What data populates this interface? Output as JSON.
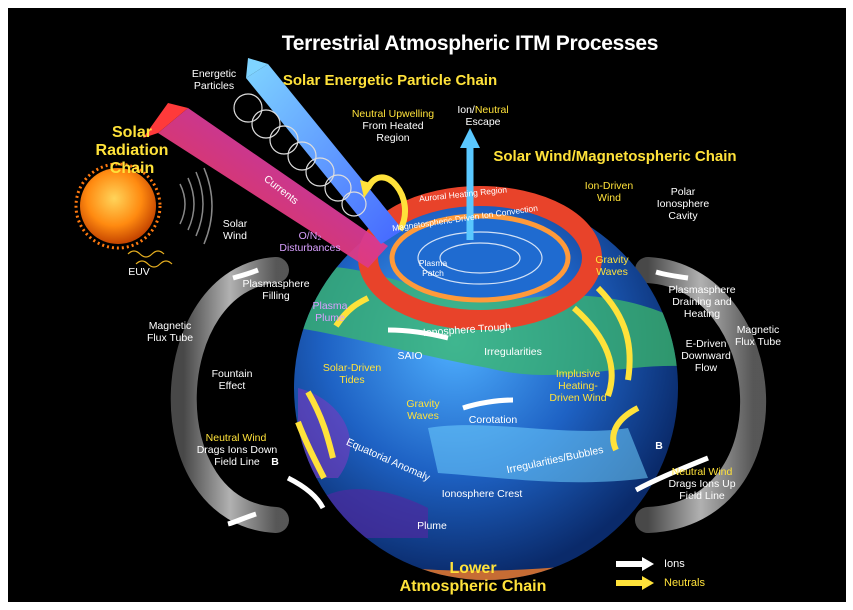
{
  "title": "Terrestrial Atmospheric ITM Processes",
  "chains": {
    "solar_energetic_particle": "Solar Energetic Particle Chain",
    "solar_radiation": "Solar\nRadiation Chain",
    "solar_wind_magnetospheric": "Solar Wind/Magnetospheric Chain",
    "lower_atmospheric": "Lower\nAtmospheric Chain"
  },
  "labels": {
    "energetic_particles": "Energetic\nParticles",
    "currents": "Currents",
    "solar_wind": "Solar\nWind",
    "euv": "EUV",
    "disturbances": "O/N₂\nDisturbances",
    "neutral_upwelling": "Neutral Upwelling",
    "from_heated_region": "From Heated\nRegion",
    "ion_neutral_escape_ion": "Ion/",
    "ion_neutral_escape_neutral": "Neutral",
    "escape": "Escape",
    "auroral_heating_region": "Auroral Heating Region",
    "magnetospheric_ion_convection": "Magnetospheric-Driven Ion Convection",
    "plasma_patch": "Plasma\nPatch",
    "ion_driven_wind": "Ion-Driven\nWind",
    "polar_ionosphere_cavity": "Polar\nIonosphere\nCavity",
    "gravity_waves_top": "Gravity\nWaves",
    "plasmasphere_filling": "Plasmasphere\nFilling",
    "magnetic_flux_tube_left": "Magnetic\nFlux Tube",
    "plasma_plume": "Plasma\nPlume",
    "ionosphere_trough": "Ionosphere Trough",
    "saio": "SAIO",
    "irregularities": "Irregularities",
    "fountain_effect": "Fountain\nEffect",
    "solar_driven_tides": "Solar-Driven\nTides",
    "gravity_waves_mid": "Gravity\nWaves",
    "corotation": "Corotation",
    "implusive_heating": "Implusive\nHeating-\nDriven Wind",
    "plasmasphere_draining": "Plasmasphere\nDraining and\nHeating",
    "magnetic_flux_tube_right": "Magnetic\nFlux Tube",
    "e_driven_flow": "E-Driven\nDownward\nFlow",
    "neutral_wind_left_title": "Neutral Wind",
    "neutral_wind_left_body": "Drags Ions Down\nField Line",
    "b_left": "B",
    "equatorial_anomaly": "Equatorial Anomaly",
    "ionosphere_crest": "Ionosphere Crest",
    "plume": "Plume",
    "irregularities_bubbles": "Irregularities/Bubbles",
    "b_right": "B",
    "neutral_wind_right_title": "Neutral Wind",
    "neutral_wind_right_body": "Drags Ions Up\nField Line"
  },
  "legend": {
    "ions": "Ions",
    "neutrals": "Neutrals"
  },
  "colors": {
    "background": "#000000",
    "accent_yellow": "#ffe23a",
    "ion_arrow": "#ffffff",
    "neutral_arrow": "#ffe23a",
    "auroral_ring": "#e8432a",
    "ocean": "#1d5fb8"
  }
}
